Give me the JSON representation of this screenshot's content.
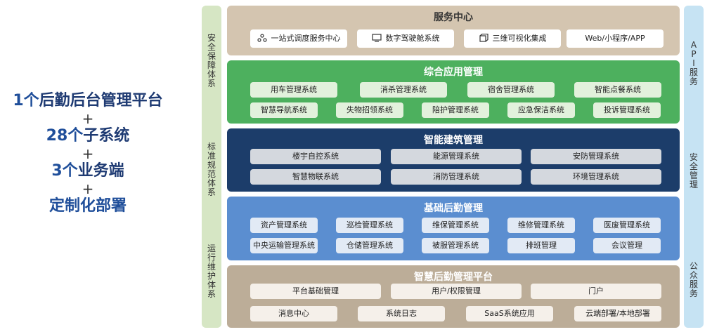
{
  "left_summary": {
    "line1_num": "1个",
    "line1_text": "后勤后台管理平台",
    "plus1": "+",
    "line2_num": "28个",
    "line2_text": "子系统",
    "plus2": "+",
    "line3_num": "3个",
    "line3_text": "业务端",
    "plus3": "+",
    "line4_text": "定制化部署"
  },
  "left_bar": {
    "labels": [
      "安全保障体系",
      "标准规范体系",
      "运行维护体系"
    ]
  },
  "right_bar": {
    "labels": [
      "API服务",
      "安全管理",
      "公众服务"
    ]
  },
  "service": {
    "title": "服务中心",
    "items": [
      {
        "label": "一站式调度服务中心",
        "icon": "network-icon"
      },
      {
        "label": "数字驾驶舱系统",
        "icon": "monitor-icon"
      },
      {
        "label": "三维可视化集成",
        "icon": "cube-icon"
      },
      {
        "label": "Web/小程序/APP",
        "icon": ""
      }
    ]
  },
  "app": {
    "title": "综合应用管理",
    "row1": [
      "用车管理系统",
      "消杀管理系统",
      "宿舍管理系统",
      "智能点餐系统"
    ],
    "row2": [
      "智慧导航系统",
      "失物招领系统",
      "陪护管理系统",
      "应急保洁系统",
      "投诉管理系统"
    ]
  },
  "build": {
    "title": "智能建筑管理",
    "row1": [
      "楼宇自控系统",
      "能源管理系统",
      "安防管理系统"
    ],
    "row2": [
      "智慧物联系统",
      "消防管理系统",
      "环境管理系统"
    ]
  },
  "logi": {
    "title": "基础后勤管理",
    "row1": [
      "资产管理系统",
      "巡检管理系统",
      "维保管理系统",
      "维修管理系统",
      "医废管理系统"
    ],
    "row2": [
      "中央运输管理系统",
      "仓储管理系统",
      "被服管理系统",
      "排班管理",
      "会议管理"
    ]
  },
  "plat": {
    "title": "智慧后勤管理平台",
    "row1": [
      "平台基础管理",
      "用户/权限管理",
      "门户"
    ],
    "row2": [
      "消息中心",
      "系统日志",
      "SaaS系统应用",
      "云端部署/本地部署"
    ]
  },
  "colors": {
    "service_bg": "#d4c5b0",
    "app_bg": "#4db05e",
    "build_bg": "#1c3d6a",
    "logi_bg": "#5b8ed0",
    "plat_bg": "#bcad98",
    "left_bar_bg": "#d6e6c4",
    "right_bar_bg": "#c6e3f3"
  }
}
